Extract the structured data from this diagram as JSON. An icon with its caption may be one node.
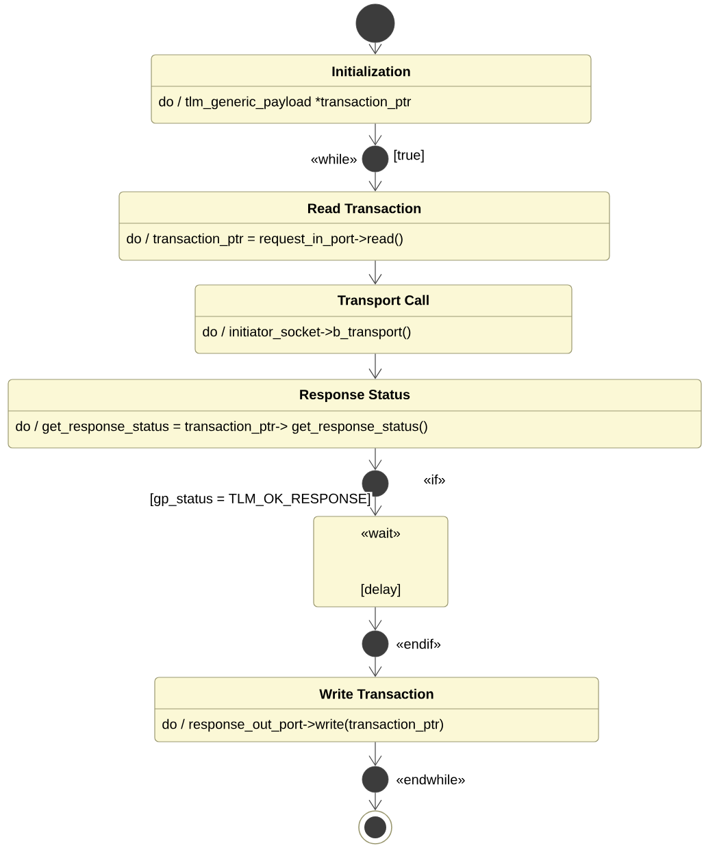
{
  "diagram": {
    "nodes": [
      {
        "text": [],
        "shape": "circle"
      },
      {
        "text": [
          "Initialization",
          "do / tlm_generic_payload *transaction_ptr"
        ]
      },
      {
        "text": [],
        "shape": "circle",
        "beside": [
          "«while»",
          "[true]"
        ]
      },
      {
        "text": [
          "Read Transaction",
          "do / transaction_ptr = request_in_port->read()"
        ]
      },
      {
        "text": [
          "Transport Call",
          "do / initiator_socket->b_transport()"
        ]
      },
      {
        "text": [
          "Response Status",
          "do / get_response_status = transaction_ptr-> get_response_status()"
        ]
      },
      {
        "text": [],
        "shape": "circle",
        "beside": [
          "«if»"
        ]
      },
      {
        "text": [
          "«wait»",
          "[delay]"
        ]
      },
      {
        "text": [],
        "shape": "circle",
        "beside": [
          "«endif»"
        ]
      },
      {
        "text": [
          "Write Transaction",
          "do / response_out_port->write(transaction_ptr)"
        ]
      },
      {
        "text": [],
        "shape": "circle",
        "beside": [
          "«endwhile»"
        ]
      },
      {
        "text": [],
        "shape": "bullseye"
      }
    ],
    "edges": [
      {
        "from": 0,
        "to": 1,
        "arrow": "to"
      },
      {
        "from": 1,
        "to": 2,
        "arrow": "to"
      },
      {
        "from": 2,
        "to": 3,
        "arrow": "to"
      },
      {
        "from": 3,
        "to": 4,
        "arrow": "to"
      },
      {
        "from": 4,
        "to": 5,
        "arrow": "to"
      },
      {
        "from": 5,
        "to": 6,
        "arrow": "to"
      },
      {
        "from": 6,
        "to": 7,
        "arrow": "to",
        "label": "[gp_status = TLM_OK_RESPONSE]"
      },
      {
        "from": 7,
        "to": 8,
        "arrow": "to"
      },
      {
        "from": 8,
        "to": 9,
        "arrow": "to"
      },
      {
        "from": 9,
        "to": 10,
        "arrow": "to"
      },
      {
        "from": 10,
        "to": 11,
        "arrow": "to"
      }
    ]
  }
}
